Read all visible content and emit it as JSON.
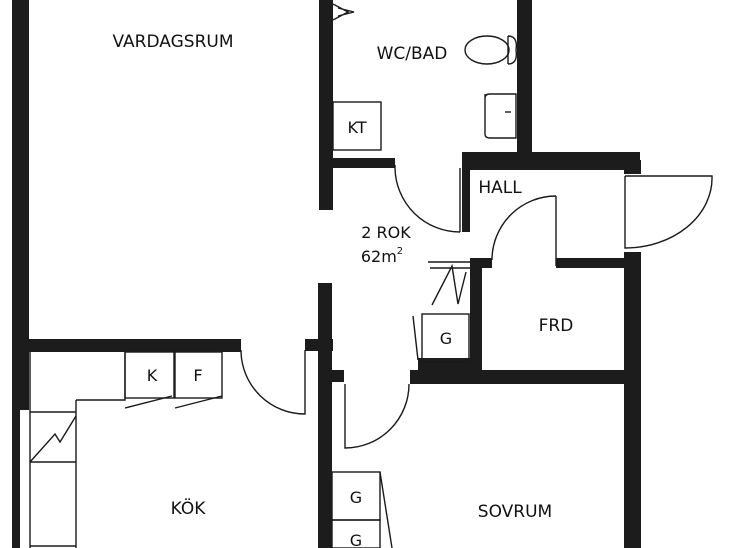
{
  "plan": {
    "wall_color": "#1c1c1c",
    "line_color": "#1a1a1a",
    "background": "#ffffff"
  },
  "rooms": {
    "vardagsrum": "VARDAGSRUM",
    "wc_bad": "WC/BAD",
    "hall": "HALL",
    "frd": "FRD",
    "kok": "KÖK",
    "sovrum": "SOVRUM"
  },
  "summary": {
    "rooms": "2 ROK",
    "area_value": "62m",
    "area_exp": "2"
  },
  "fixtures": {
    "kt": "KT",
    "g_hall": "G",
    "k": "K",
    "f": "F",
    "g_sov_1": "G",
    "g_sov_2": "G"
  }
}
